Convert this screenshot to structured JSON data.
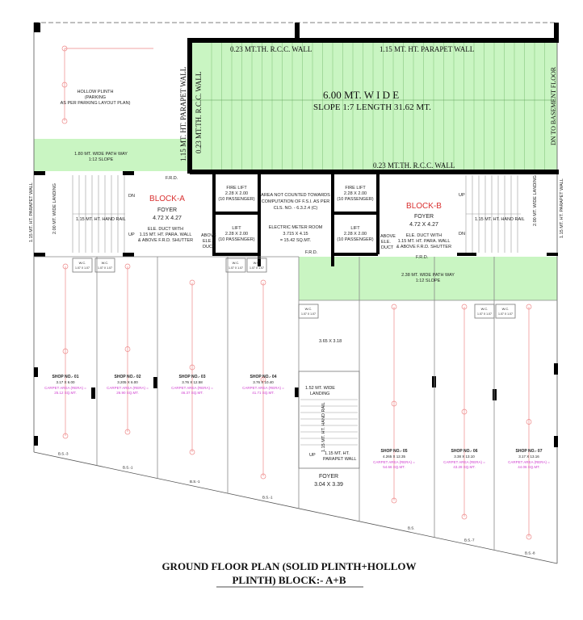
{
  "title": {
    "line1": "GROUND FLOOR PLAN (SOLID PLINTH+HOLLOW",
    "line2": "PLINTH) BLOCK:- A+B"
  },
  "colors": {
    "green_area": "#c9f5c2",
    "block_label": "#d93030",
    "carpet_text": "#d040d0",
    "wall": "#000000"
  },
  "ramp": {
    "top_wall": "0.23 MT.TH. R.C.C. WALL",
    "parapet_top": "1.15 MT. HT. PARAPET WALL",
    "width": "6.00 MT. W I D E",
    "slope": "SLOPE 1:7  LENGTH  31.62 MT.",
    "left_wall": "0.23 MT.TH. R.C.C. WALL",
    "left_parapet": "1.15 MT. HT. PARAPET WALL",
    "right_text": "DN TO BASEMENT FLOOR",
    "bottom_wall": "0.23 MT.TH. R.C.C. WALL"
  },
  "hollow_plinth": {
    "line1": "HOLLOW PLINTH",
    "line2": "(PARKING",
    "line3": "AS PER PARKING LAYOUT PLAN)"
  },
  "pathway_a": {
    "line1": "1.80 MT. WIDE  PATH WAY",
    "line2": "1:12 SLOPE"
  },
  "pathway_b": {
    "line1": "2.38 MT. WIDE  PATH WAY",
    "line2": "1:12 SLOPE"
  },
  "frd": "F.R.D.",
  "block_a": {
    "name": "BLOCK-A",
    "foyer": "FOYER",
    "foyer_size": "4.72 X 4.27",
    "duct1": "ELE. DUCT WITH",
    "duct2": "1.15 MT. HT. PARA. WALL",
    "duct3": "& ABOVE F.R.D. SHUTTER",
    "landing": "2.00 MT. WIDE LANDING",
    "parapet": "1.15 MT. HT. PARAPET WALL",
    "handrail": "1.15 MT. HT. HAND RAIL",
    "dn": "DN",
    "up": "UP",
    "fire_lift": "FIRE LIFT",
    "fire_lift_size": "2.28 X 2.00",
    "fire_lift_cap": "(10 PASSENGER)",
    "lift": "LIFT",
    "lift_size": "2.28 X 2.00",
    "lift_cap": "(10 PASSENGER)",
    "above": "ABOVE",
    "ele": "ELE.",
    "duct": "DUCT"
  },
  "block_b": {
    "name": "BLOCK-B",
    "foyer": "FOYER",
    "foyer_size": "4.72 X 4.27",
    "duct1": "ELE. DUCT WITH",
    "duct2": "1.15 MT. HT. PARA. WALL",
    "duct3": "& ABOVE F.R.D. SHUTTER",
    "landing": "2.00 MT. WIDE LANDING",
    "parapet": "1.15 MT. HT. PARAPET WALL",
    "handrail": "1.15 MT. HT. HAND RAIL",
    "dn": "DN",
    "up": "UP",
    "fire_lift": "FIRE LIFT",
    "fire_lift_size": "2.28 X 2.00",
    "fire_lift_cap": "(10 PASSENGER)",
    "lift": "LIFT",
    "lift_size": "2.28 X 2.00",
    "lift_cap": "(10 PASSENGER)",
    "above": "ABOVE",
    "ele": "ELE.",
    "duct": "DUCT"
  },
  "center": {
    "l1": "AREA NOT COUNTED TOWARDS",
    "l2": "COMPUTATION  OF F.S.I. AS PER",
    "l3": "CLS. NO. - 6.3.2.4 (C)",
    "meter": "ELECTRIC METER ROOM",
    "meter_size": "3.715 X 4.15",
    "meter_area": "= 15.42 SQ.MT."
  },
  "wc": {
    "label": "W.C.",
    "size": "1.07 X 1.07"
  },
  "corridor_dim": "3.65 X 3.18",
  "stair_c": {
    "landing1": "1.52 MT. WIDE",
    "landing2": "LANDING",
    "handrail": "1.15 MT. HT. HAND RAIL",
    "parapet1": "1.15 MT. HT.",
    "parapet2": "PARAPET WALL",
    "up": "UP",
    "foyer": "FOYER",
    "foyer_size": "3.04 X 3.39"
  },
  "bs_labels": [
    "B.S.-3",
    "B.S.-1",
    "B.S.-1",
    "B.S.-1",
    "B.S.",
    "B.S.-7",
    "B.S.-8"
  ],
  "shops": [
    {
      "name": "SHOP NO.- 01",
      "size": "3.17 X 6.00",
      "carpet1": "CARPET AREA (RERA) =",
      "carpet2": "25.12 SQ.MT."
    },
    {
      "name": "SHOP NO.- 02",
      "size": "3.205 X 6.00",
      "carpet1": "CARPET AREA (RERA) =",
      "carpet2": "26.90 SQ.MT."
    },
    {
      "name": "SHOP NO.- 03",
      "size": "3.76 X 12.58",
      "carpet1": "CARPET AREA (RERA) =",
      "carpet2": "46.37 SQ.MT."
    },
    {
      "name": "SHOP NO.- 04",
      "size": "3.76 X 10.40",
      "carpet1": "CARPET AREA (RERA) =",
      "carpet2": "41.71 SQ.MT."
    },
    {
      "name": "SHOP NO.- 05",
      "size": "4.265 X 12.35",
      "carpet1": "CARPET AREA (RERA) =",
      "carpet2": "54.66 SQ.MT."
    },
    {
      "name": "SHOP NO.- 06",
      "size": "3.38 X 13.10",
      "carpet1": "CARPET AREA (RERA) =",
      "carpet2": "43.28 SQ.MT."
    },
    {
      "name": "SHOP NO.- 07",
      "size": "3.17 X 13.16",
      "carpet1": "CARPET AREA (RERA) =",
      "carpet2": "44.06 SQ.MT."
    }
  ]
}
